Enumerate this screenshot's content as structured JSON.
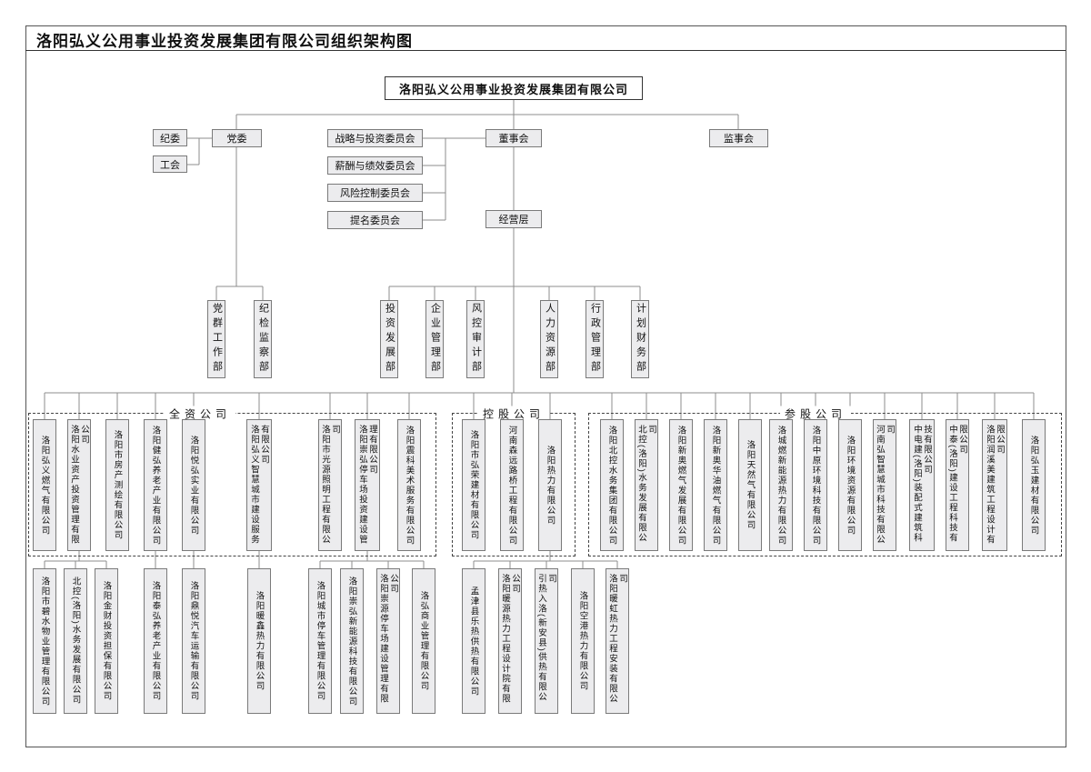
{
  "page": {
    "title": "洛阳弘义公用事业投资发展集团有限公司组织架构图"
  },
  "root": {
    "name": "洛阳弘义公用事业投资发展集团有限公司"
  },
  "governance": {
    "discipline_committee": "纪委",
    "party_committee": "党委",
    "labor_union": "工会",
    "board_of_directors": "董事会",
    "board_of_supervisors": "监事会",
    "management_level": "经营层",
    "committees": [
      "战略与投资委员会",
      "薪酬与绩效委员会",
      "风险控制委员会",
      "提名委员会"
    ]
  },
  "party_departments": [
    "党群工作部",
    "纪检监察部"
  ],
  "departments": [
    "投资发展部",
    "企业管理部",
    "风控审计部",
    "人力资源部",
    "行政管理部",
    "计划财务部"
  ],
  "groups": {
    "wholly_owned": {
      "label": "全资公司",
      "companies": [
        "洛阳弘义燃气有限公司",
        "洛阳水业资产投资管理有限公司",
        "洛阳市房产测绘有限公司",
        "洛阳健弘养老产业有限公司",
        "洛阳悦弘实业有限公司",
        "洛阳弘义智慧城市建设服务有限公司",
        "洛阳市光源照明工程有限公司",
        "洛阳崇弘停车场投资建设管理有限公司",
        "洛阳震科美术服务有限公司"
      ]
    },
    "holding": {
      "label": "控股公司",
      "companies": [
        "洛阳市弘荣建材有限公司",
        "河南森远路桥工程有限公司",
        "洛阳热力有限公司"
      ]
    },
    "participating": {
      "label": "参股公司",
      "companies": [
        "洛阳北控水务集团有限公司",
        "北控(洛阳)水务发展有限公司",
        "洛阳新奥燃气发展有限公司",
        "洛阳新奥华油燃气有限公司",
        "洛阳天然气有限公司",
        "洛城燃新能源热力有限公司",
        "洛阳中原环境科技有限公司",
        "洛阳环境资源有限公司",
        "河南弘智慧城市科技有限公司",
        "中电建(洛阳)装配式建筑科技有限公司",
        "中泰(洛阳)建设工程科技有限公司",
        "洛阳润溪美建筑工程设计有限公司",
        "洛阳弘玉建材有限公司"
      ]
    }
  },
  "subsidiaries": [
    "洛阳市碧水物业管理有限公司",
    "北控(洛阳)水务发展有限公司",
    "洛阳金财投资担保有限公司",
    "洛阳泰弘养老产业有限公司",
    "洛阳鼎悦汽车运输有限公司",
    "洛阳暖鑫热力有限公司",
    "洛阳城市停车管理有限公司",
    "洛阳崇弘新能源科技有限公司",
    "洛阳崇源停车场建设管理有限公司",
    "洛弘商业管理有限公司",
    "孟津县乐热供热有限公司",
    "洛阳暖源热力工程设计院有限公司",
    "引热入洛(新安县)供热有限公司",
    "洛阳空港热力有限公司",
    "洛阳暖虹热力工程安装有限公司"
  ],
  "colors": {
    "box_fill": "#ececee",
    "connector": "#8c8c8c"
  }
}
